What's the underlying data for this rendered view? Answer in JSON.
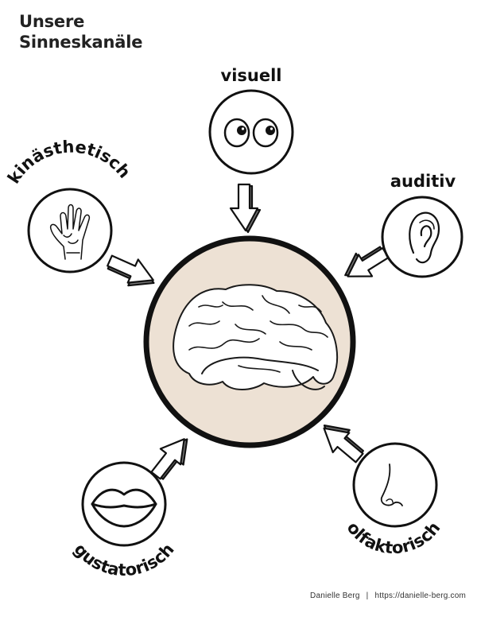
{
  "title": {
    "line1": "Unsere",
    "line2": "Sinneskanäle"
  },
  "senses": {
    "visual": {
      "label": "visuell",
      "icon": "eyes-icon"
    },
    "auditory": {
      "label": "auditiv",
      "icon": "ear-icon"
    },
    "kinesthetic": {
      "label": "kinästhetisch",
      "icon": "hand-icon"
    },
    "gustatory": {
      "label": "gustatorisch",
      "icon": "lips-icon"
    },
    "olfactory": {
      "label": "olfaktorisch",
      "icon": "nose-icon"
    }
  },
  "center": {
    "icon": "brain-icon",
    "fill": "#ede1d4"
  },
  "footer": {
    "author": "Danielle Berg",
    "separator": "|",
    "url": "https://danielle-berg.com"
  }
}
